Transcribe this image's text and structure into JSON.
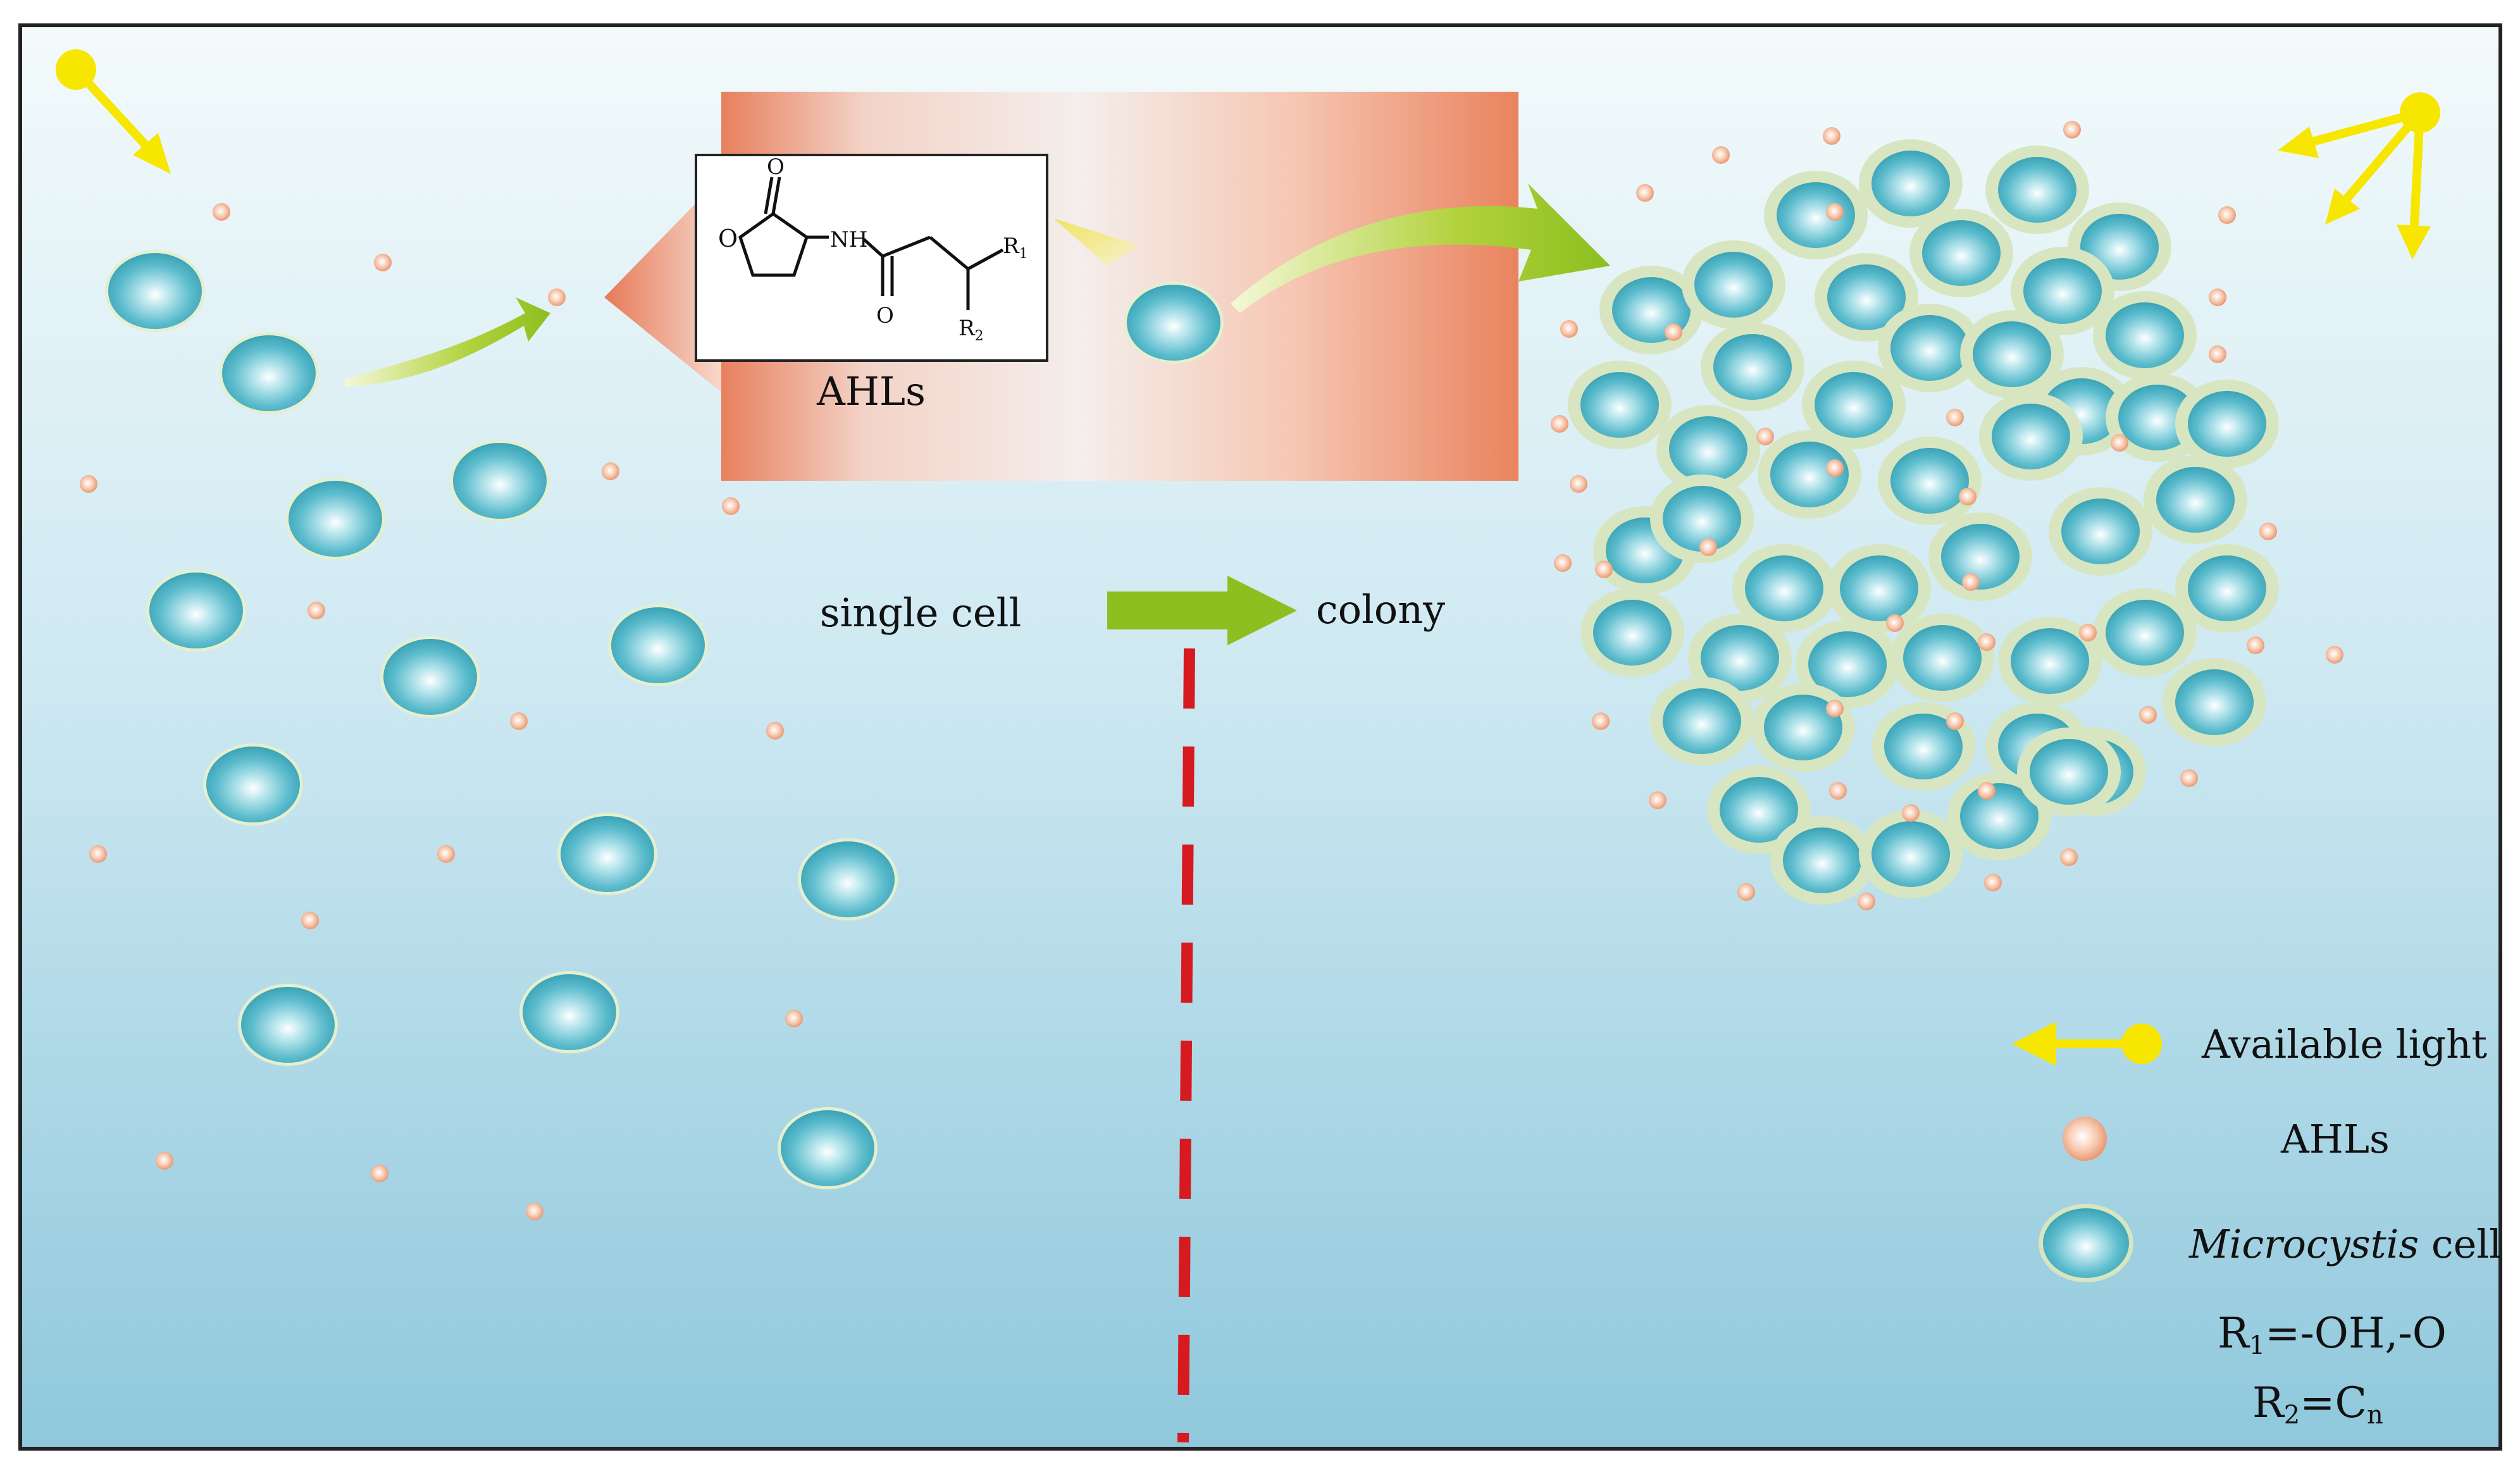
{
  "diagram": {
    "structure": {
      "ring_label": "O",
      "carbonyl_top": "O",
      "carbonyl_bottom": "O",
      "nh": "NH",
      "r1": "R",
      "r1_sub": "1",
      "r2": "R",
      "r2_sub": "2",
      "caption": "AHLs"
    },
    "transition": {
      "from": "single cell",
      "to": "colony"
    },
    "legend": {
      "light": "Available light",
      "ahl": "AHLs",
      "cell_italic": "Microcystis",
      "cell_rest": " cell",
      "r1_def_prefix": "R",
      "r1_def_sub": "1",
      "r1_def_rest": "=-OH,-O",
      "r2_def_prefix": "R",
      "r2_def_sub": "2",
      "r2_def_mid": "=C",
      "r2_def_sub2": "n"
    },
    "colors": {
      "water_top": "#f3fafb",
      "water_bottom": "#8fc8dc",
      "cell": "#5cbccd",
      "cell_highlight": "#ffffff",
      "cell_sheath": "#d7e6c0",
      "ahl": "#f1b08f",
      "arrow_green": "#8cbf1f",
      "light_yellow": "#f7e600",
      "divider_red": "#d71920",
      "panel_orange": "#e8805e"
    }
  }
}
